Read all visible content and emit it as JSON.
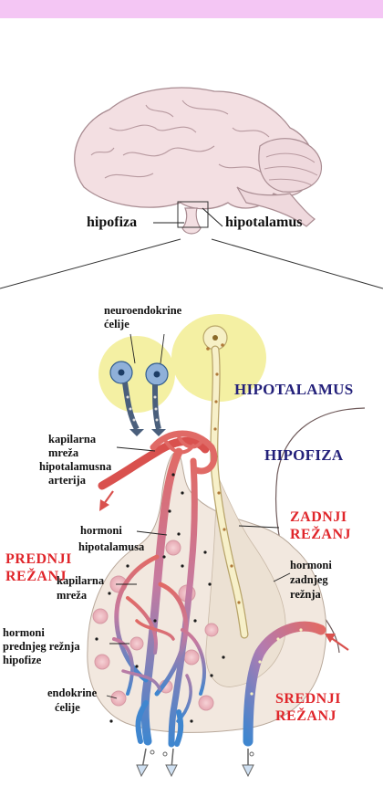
{
  "labels": {
    "hipofiza_top": "hipofiza",
    "hipotalamus_top": "hipotalamus",
    "neuroendokrine_1": "neuroendokrine",
    "neuroendokrine_2": "ćelije",
    "kapilarna_mreza_top_1": "kapilarna",
    "kapilarna_mreza_top_2": "mreža",
    "hipotalamusna_1": "hipotalamusna",
    "hipotalamusna_2": "arterija",
    "hormoni_hip_1": "hormoni",
    "hormoni_hip_2": "hipotalamusa",
    "prednji_1": "PREDNJI",
    "prednji_2": "REŽANJ",
    "kapilarna_low_1": "kapilarna",
    "kapilarna_low_2": "mreža",
    "hormoni_pred_1": "hormoni",
    "hormoni_pred_2": "prednjeg režnja",
    "hormoni_pred_3": "hipofize",
    "endokrine_1": "endokrine",
    "endokrine_2": "ćelije",
    "hipotalamus_region": "HIPOTALAMUS",
    "hipofiza_region": "HIPOFIZA",
    "zadnji_1": "ZADNJI",
    "zadnji_2": "REŽANJ",
    "hormoni_zad_1": "hormoni",
    "hormoni_zad_2": "zadnjeg",
    "hormoni_zad_3": "režnja",
    "srednji_1": "SREDNJI",
    "srednji_2": "REŽANJ"
  },
  "colors": {
    "top_bar": "#f4c6f4",
    "artery_red": "#e06a66",
    "vein_blue": "#4a86c8",
    "neuron_halo": "#f3ef9c",
    "axon_cream": "#f5eec6",
    "gland_beige": "#f1e6dc",
    "label_red": "#e0262b",
    "label_navy": "#23207a"
  }
}
